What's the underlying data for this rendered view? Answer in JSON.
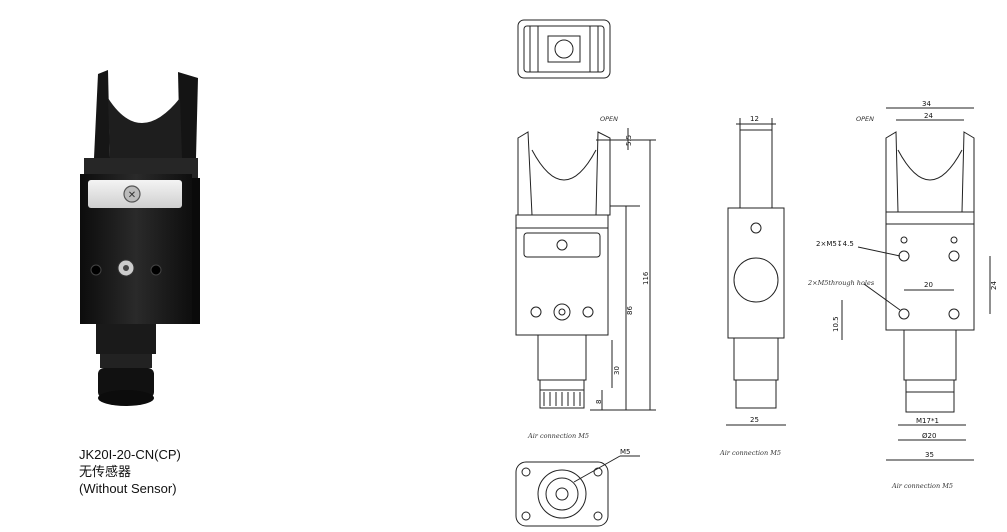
{
  "product": {
    "model": "JK20I-20-CN(CP)",
    "name_cn": "无传感器",
    "name_en": "(Without Sensor)"
  },
  "drawing": {
    "open_label_front": "OPEN",
    "open_label_right": "OPEN",
    "dims_front": {
      "d55": "5.5",
      "d116": "116",
      "d86": "86",
      "d30": "30",
      "d8": "8"
    },
    "dims_side": {
      "d12": "12",
      "d25": "25"
    },
    "dims_right": {
      "d34": "34",
      "d24_top": "24",
      "d20": "20",
      "d24_side": "24",
      "d105": "10.5",
      "thread": "M17*1",
      "dia20": "Ø20",
      "d35": "35",
      "hole1": "2×M5↧4.5",
      "hole2": "2×M5through holes"
    },
    "bottom_m5": "M5",
    "air_front": "Air connection  M5",
    "air_side": "Air connection  M5",
    "air_right": "Air connection  M5"
  },
  "colors": {
    "body": "#1b1b1b",
    "line": "#222222",
    "label_plate": "#e8e8e8"
  }
}
